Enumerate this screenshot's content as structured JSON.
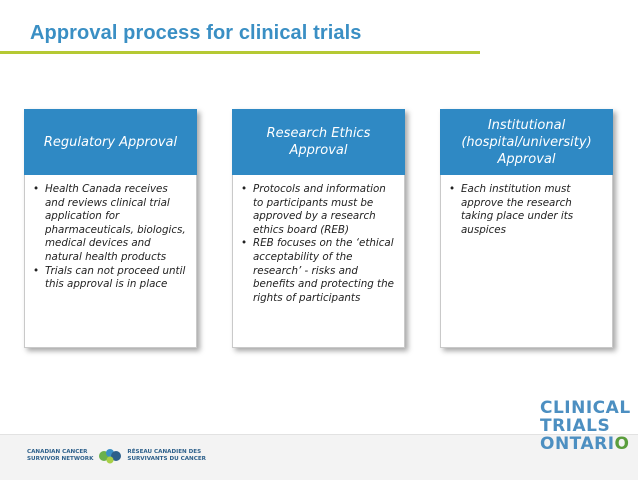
{
  "slide": {
    "title": "Approval process for clinical trials"
  },
  "cards": [
    {
      "header_lines": [
        "Regulatory Approval"
      ],
      "bullets": [
        "Health Canada receives and reviews clinical trial application for pharmaceuticals, biologics, medical devices and natural health products",
        "Trials can not proceed until this approval is in place"
      ]
    },
    {
      "header_lines": [
        "Research Ethics",
        "Approval"
      ],
      "bullets": [
        "Protocols and information to participants must be approved by a research ethics board (REB)",
        "REB focuses on the ‘ethical acceptability of the research’ -  risks and benefits and protecting the rights of participants"
      ]
    },
    {
      "header_lines": [
        "Institutional",
        "(hospital/university)",
        "Approval"
      ],
      "bullets": [
        "Each institution must approve the research taking place under its auspices"
      ]
    }
  ],
  "logos": {
    "ct_line1": "CLINICAL",
    "ct_line2": "TRIALS",
    "ct_line3_a": "ONTARI",
    "ct_line3_b": "O",
    "ccsn_en_1": "CANADIAN CANCER",
    "ccsn_en_2": "SURVIVOR NETWORK",
    "ccsn_fr_1": "RÉSEAU CANADIEN DES",
    "ccsn_fr_2": "SURVIVANTS DU CANCER"
  },
  "colors": {
    "title": "#3a8fc4",
    "title_rule": "#b5c933",
    "card_header": "#2f89c4"
  }
}
